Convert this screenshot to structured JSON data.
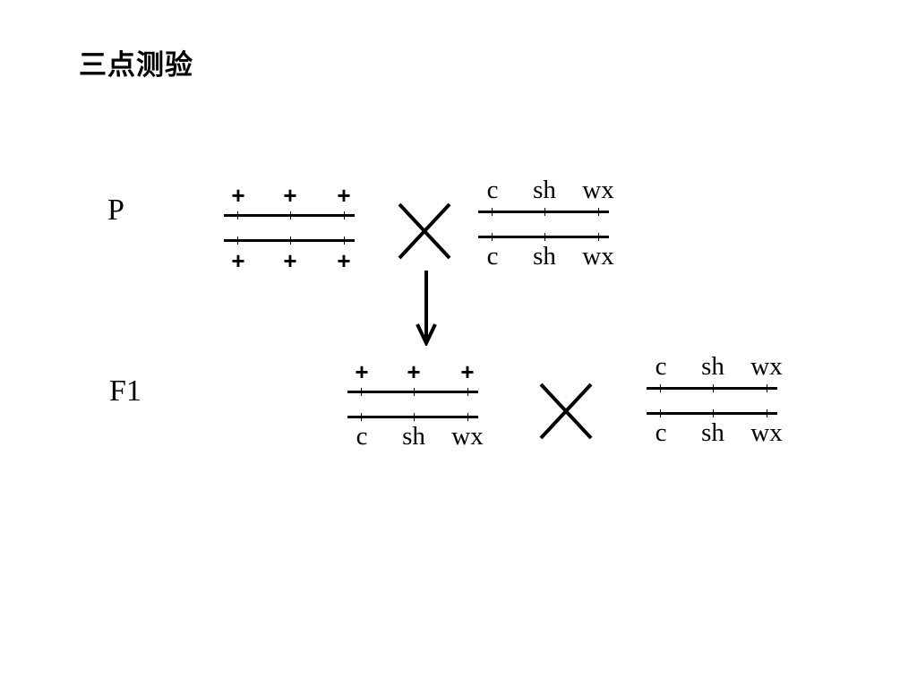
{
  "title": "三点测验",
  "generations": {
    "p_label": "P",
    "f1_label": "F1"
  },
  "p_parent_1": {
    "top": [
      "+",
      "+",
      "+"
    ],
    "bottom": [
      "+",
      "+",
      "+"
    ]
  },
  "p_parent_2": {
    "top": [
      "c",
      "sh",
      "wx"
    ],
    "bottom": [
      "c",
      "sh",
      "wx"
    ]
  },
  "f1_parent_1": {
    "top": [
      "+",
      "+",
      "+"
    ],
    "bottom": [
      "c",
      "sh",
      "wx"
    ]
  },
  "f1_parent_2": {
    "top": [
      "c",
      "sh",
      "wx"
    ],
    "bottom": [
      "c",
      "sh",
      "wx"
    ]
  },
  "icons": {
    "cross": "cross-icon",
    "arrow": "down-arrow-icon"
  }
}
